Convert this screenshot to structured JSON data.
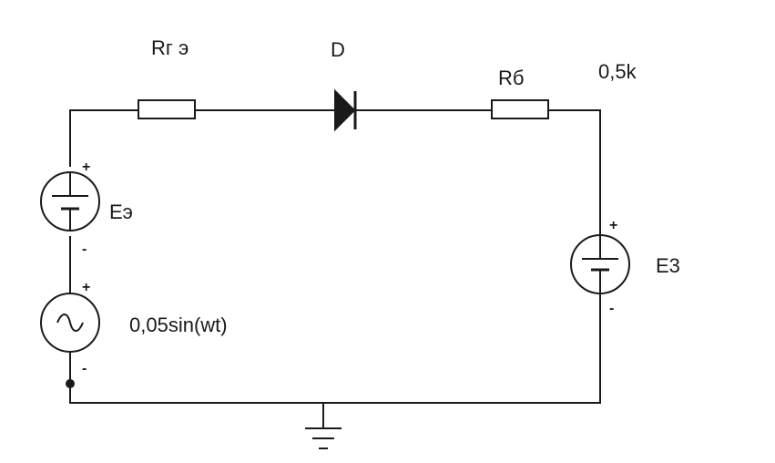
{
  "labels": {
    "source_resistor": "Rг э",
    "diode": "D",
    "load_resistor": "Rб",
    "load_resistor_value": "0,5k",
    "left_battery": "Eэ",
    "right_battery": "E3",
    "ac_source": "0,05sin(wt)"
  },
  "polarity": {
    "plus": "+",
    "minus": "-"
  },
  "colors": {
    "ink": "#1a1a1a",
    "background": "#ffffff"
  }
}
